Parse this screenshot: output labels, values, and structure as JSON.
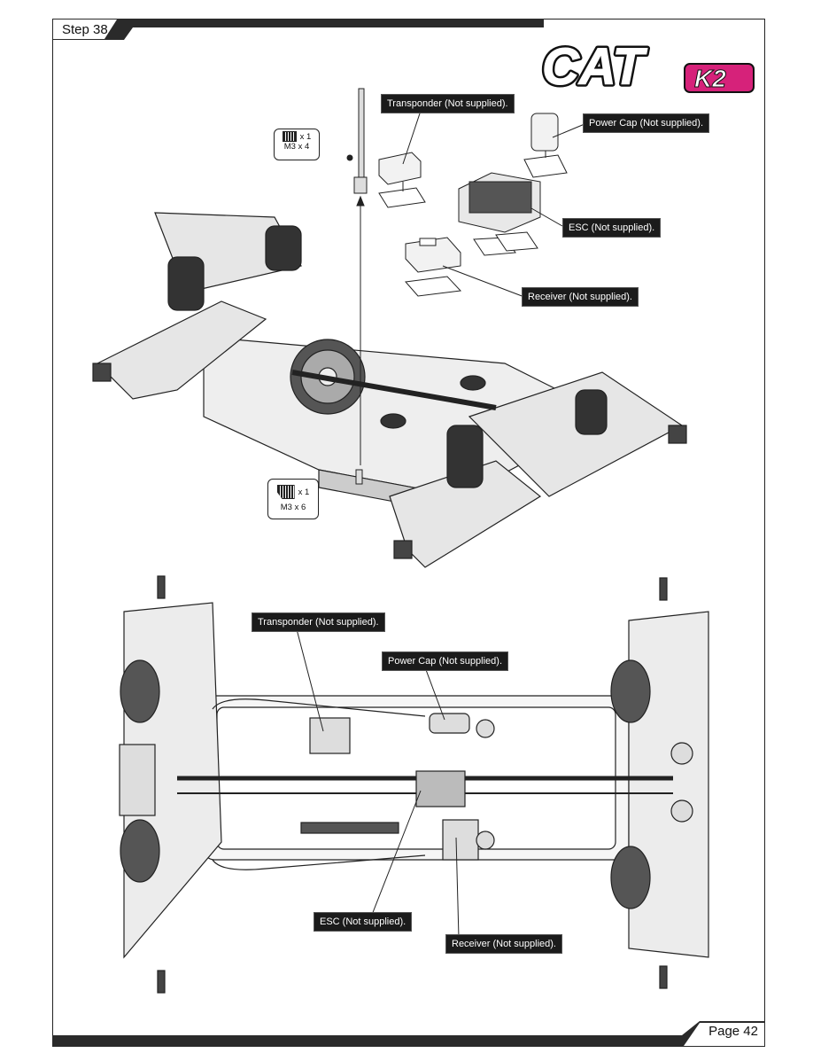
{
  "header": {
    "step": "Step 38"
  },
  "footer": {
    "page": "Page 42"
  },
  "logo": {
    "main": "CAT",
    "sub": "K2"
  },
  "hardware": [
    {
      "qty": "x 1",
      "size": "M3 x 4"
    },
    {
      "qty": "x 1",
      "size": "M3 x 6"
    }
  ],
  "callouts_top": {
    "transponder": "Transponder (Not supplied).",
    "power_cap": "Power Cap (Not supplied).",
    "esc": "ESC (Not supplied).",
    "receiver": "Receiver (Not supplied)."
  },
  "callouts_bottom": {
    "transponder": "Transponder (Not supplied).",
    "power_cap": "Power Cap (Not supplied).",
    "esc": "ESC (Not supplied).",
    "receiver": "Receiver (Not supplied)."
  },
  "colors": {
    "header_bar": "#2a2a2a",
    "logo_accent": "#d6227a",
    "callout_bg": "#1b1b1b"
  }
}
